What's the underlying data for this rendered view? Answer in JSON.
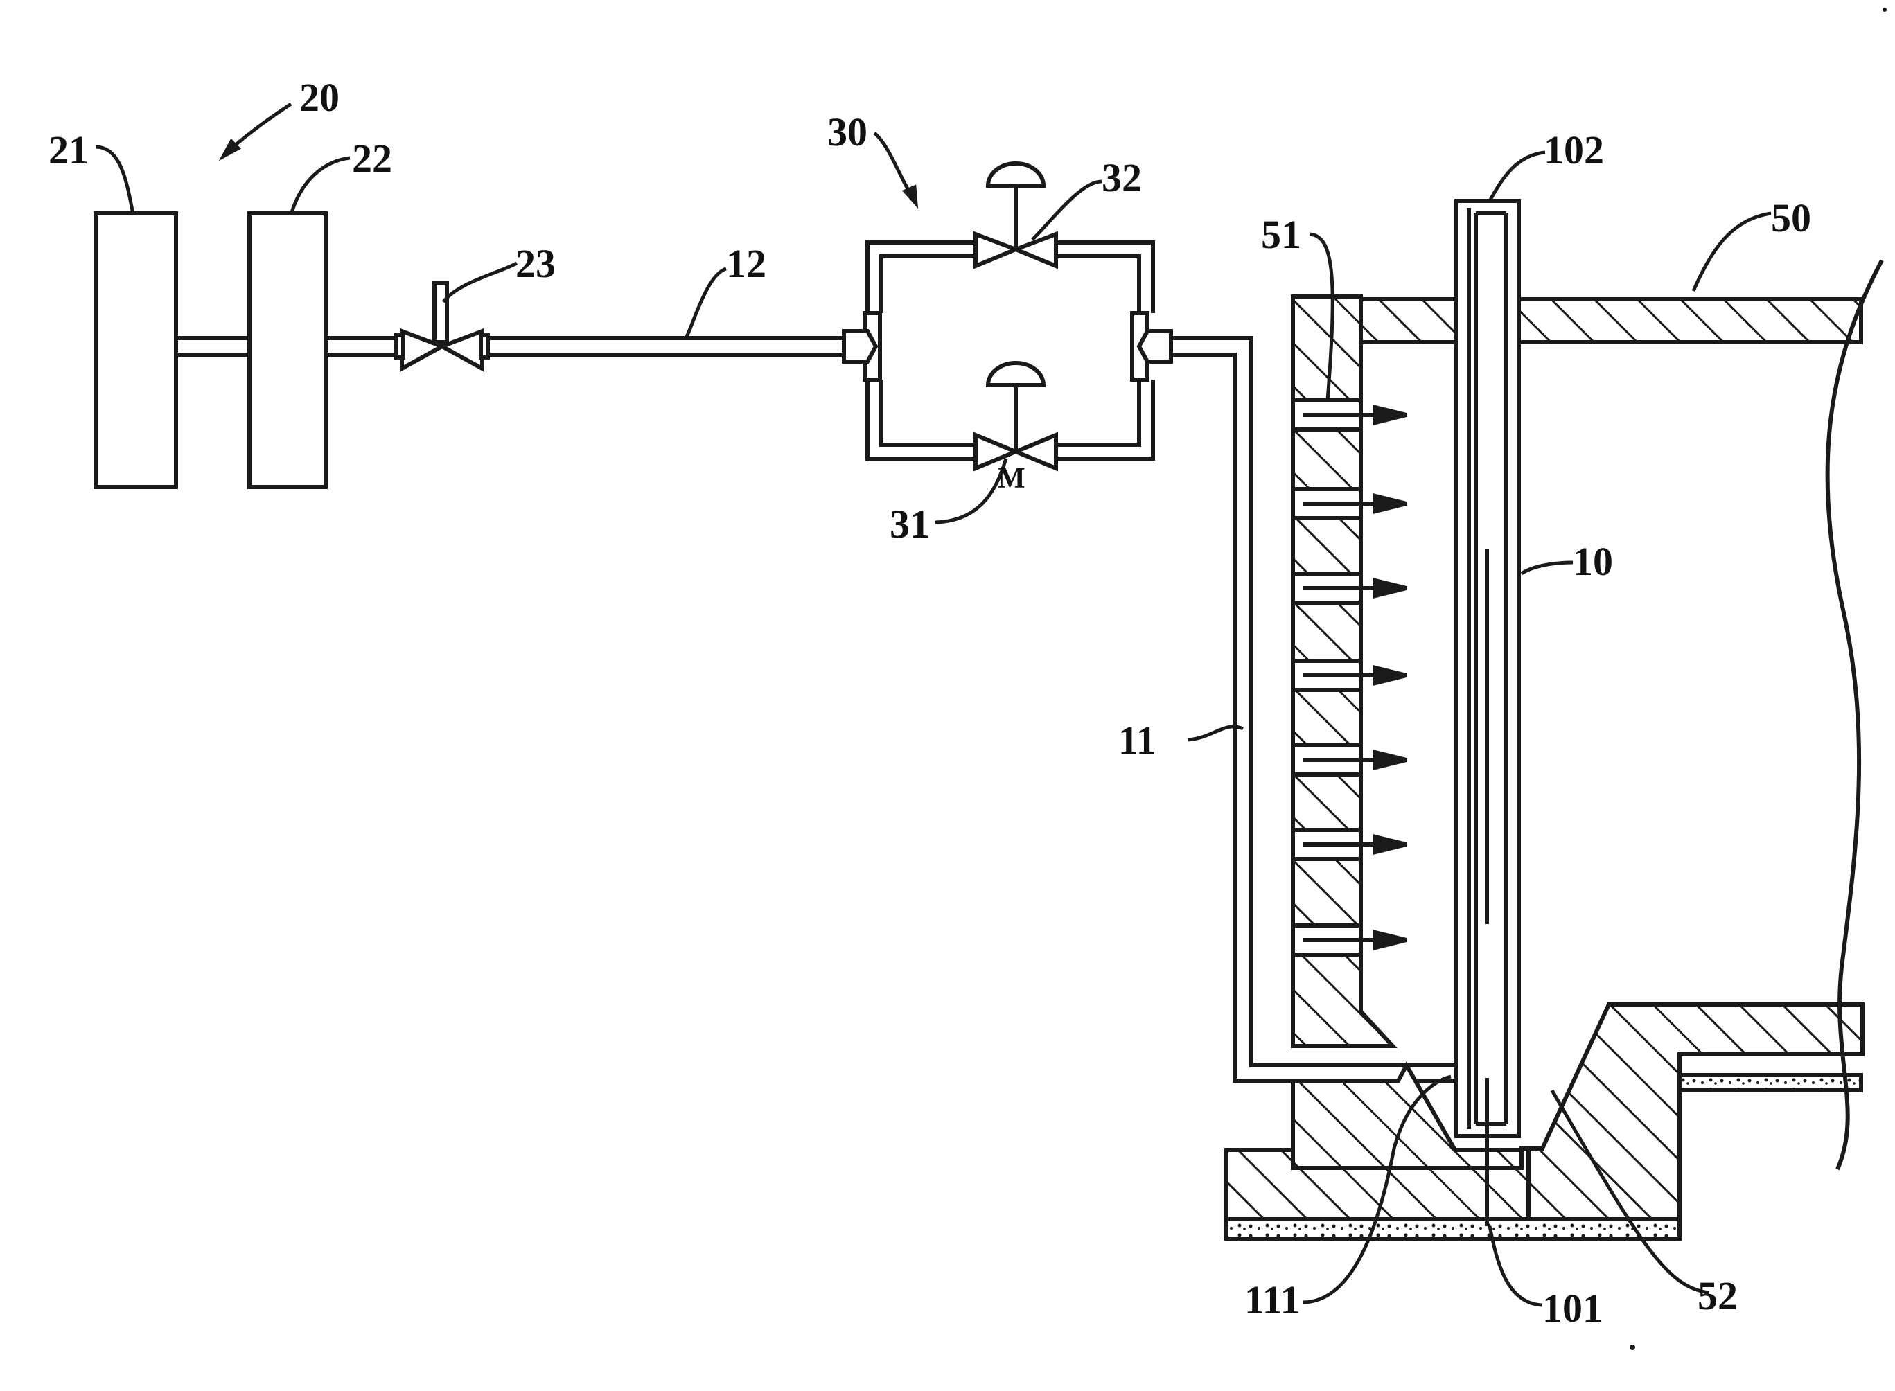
{
  "colors": {
    "ink": "#1a1a1a",
    "background": "#ffffff"
  },
  "labels": {
    "l20": "20",
    "l21": "21",
    "l22": "22",
    "l23": "23",
    "l12": "12",
    "l30": "30",
    "l32": "32",
    "l31": "31",
    "l51": "51",
    "l102": "102",
    "l50": "50",
    "l10": "10",
    "l11": "11",
    "l111": "111",
    "l101": "101",
    "l52": "52"
  },
  "motor_valve_mark": "M"
}
